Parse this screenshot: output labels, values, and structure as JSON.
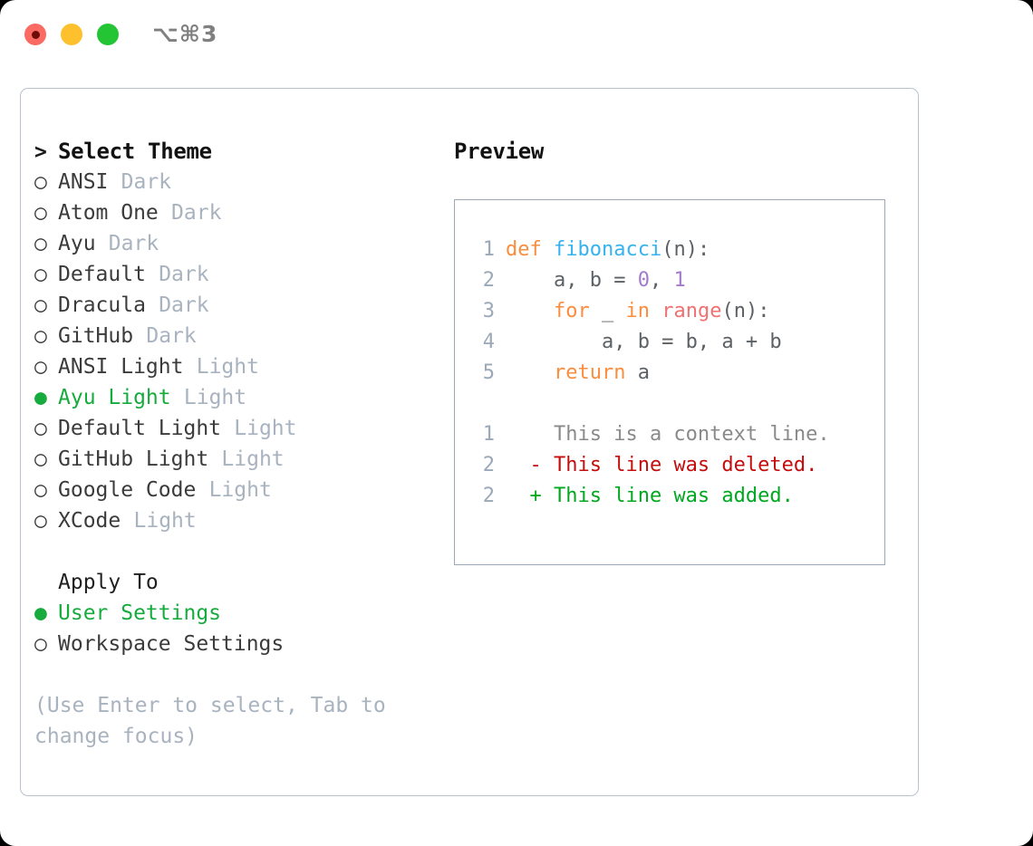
{
  "window": {
    "shortcut": "⌥⌘3",
    "controls": [
      {
        "name": "close",
        "color": "#fb6a63"
      },
      {
        "name": "minimize",
        "color": "#ffc02e"
      },
      {
        "name": "zoom",
        "color": "#23c535"
      }
    ]
  },
  "theme_list": {
    "title": "Select Theme",
    "caret": ">",
    "bullet_unselected": "○",
    "bullet_selected": "●",
    "items": [
      {
        "name": "ANSI",
        "kind": "Dark",
        "selected": false
      },
      {
        "name": "Atom One",
        "kind": "Dark",
        "selected": false
      },
      {
        "name": "Ayu",
        "kind": "Dark",
        "selected": false
      },
      {
        "name": "Default",
        "kind": "Dark",
        "selected": false
      },
      {
        "name": "Dracula",
        "kind": "Dark",
        "selected": false
      },
      {
        "name": "GitHub",
        "kind": "Dark",
        "selected": false
      },
      {
        "name": "ANSI Light",
        "kind": "Light",
        "selected": false
      },
      {
        "name": "Ayu Light",
        "kind": "Light",
        "selected": true
      },
      {
        "name": "Default Light",
        "kind": "Light",
        "selected": false
      },
      {
        "name": "GitHub Light",
        "kind": "Light",
        "selected": false
      },
      {
        "name": "Google Code",
        "kind": "Light",
        "selected": false
      },
      {
        "name": "XCode",
        "kind": "Light",
        "selected": false
      }
    ]
  },
  "apply_to": {
    "label": "Apply To",
    "options": [
      {
        "name": "User Settings",
        "selected": true
      },
      {
        "name": "Workspace Settings",
        "selected": false
      }
    ]
  },
  "hint": "(Use Enter to select, Tab to change focus)",
  "preview": {
    "title": "Preview",
    "code_lines": [
      {
        "number": "1",
        "tokens": [
          {
            "text": "def ",
            "type": "kw"
          },
          {
            "text": "fibonacci",
            "type": "fn"
          },
          {
            "text": "(n):",
            "type": "plain"
          }
        ]
      },
      {
        "number": "2",
        "tokens": [
          {
            "text": "    a, b = ",
            "type": "plain"
          },
          {
            "text": "0",
            "type": "num"
          },
          {
            "text": ", ",
            "type": "plain"
          },
          {
            "text": "1",
            "type": "num"
          }
        ]
      },
      {
        "number": "3",
        "tokens": [
          {
            "text": "    ",
            "type": "plain"
          },
          {
            "text": "for",
            "type": "kw"
          },
          {
            "text": " _ ",
            "type": "plain"
          },
          {
            "text": "in",
            "type": "kw"
          },
          {
            "text": " ",
            "type": "plain"
          },
          {
            "text": "range",
            "type": "call"
          },
          {
            "text": "(n):",
            "type": "plain"
          }
        ]
      },
      {
        "number": "4",
        "tokens": [
          {
            "text": "        a, b = b, a + b",
            "type": "plain"
          }
        ]
      },
      {
        "number": "5",
        "tokens": [
          {
            "text": "    ",
            "type": "plain"
          },
          {
            "text": "return",
            "type": "kw"
          },
          {
            "text": " a",
            "type": "plain"
          }
        ]
      }
    ],
    "diff_lines": [
      {
        "number": "1",
        "sign": " ",
        "text": "This is a context line.",
        "type": "context"
      },
      {
        "number": "2",
        "sign": "-",
        "text": "This line was deleted.",
        "type": "deleted"
      },
      {
        "number": "2",
        "sign": "+",
        "text": "This line was added.",
        "type": "added"
      }
    ]
  },
  "colors": {
    "accent_green": "#17ab3e",
    "muted": "#a8b3bf",
    "border": "#b9c2cc",
    "keyword": "#fa8d3e",
    "function": "#35b3f0",
    "number": "#a37acc",
    "call": "#f07171",
    "diff_deleted": "#c40d0d",
    "diff_added": "#00a81f",
    "line_number": "#9aa8b8"
  }
}
